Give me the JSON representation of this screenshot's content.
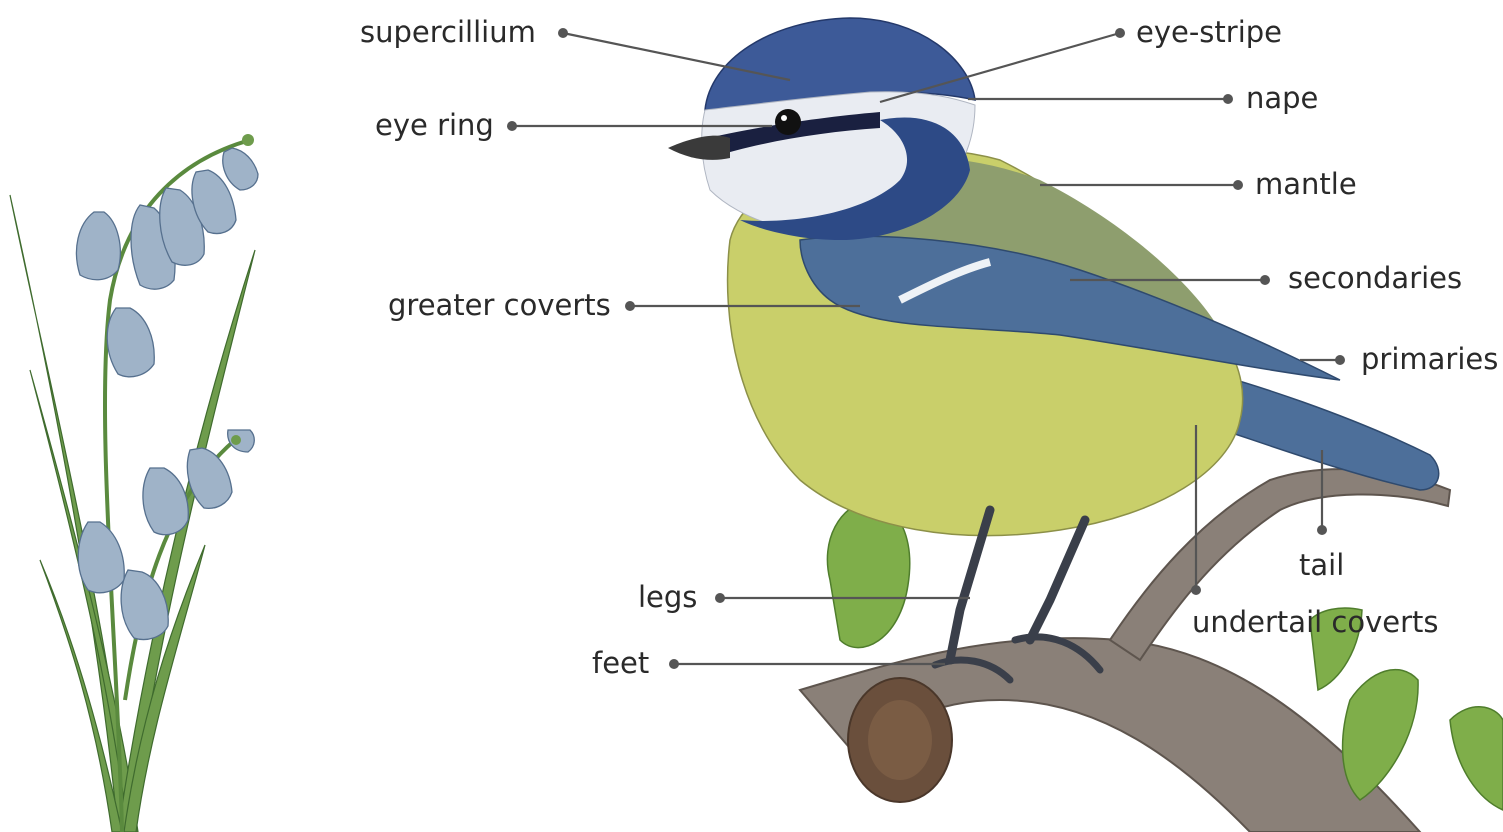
{
  "labels": {
    "supercillium": "supercillium",
    "eye_stripe": "eye-stripe",
    "nape": "nape",
    "eye_ring": "eye ring",
    "mantle": "mantle",
    "secondaries": "secondaries",
    "greater_coverts": "greater coverts",
    "primaries": "primaries",
    "tail": "tail",
    "legs": "legs",
    "undertail_coverts": "undertail coverts",
    "feet": "feet"
  },
  "colors": {
    "label_text": "#2a2a2a",
    "leader_line": "#555555",
    "cap_blue": "#3d5a98",
    "belly_yellow": "#c9cf6a",
    "back_green": "#8e9e6e",
    "wing_blue": "#4d6f9a",
    "branch_grey": "#8a8078",
    "bud_green": "#7fae4a",
    "flower_blue": "#9fb3c8",
    "stem_green": "#6e9c4c"
  }
}
